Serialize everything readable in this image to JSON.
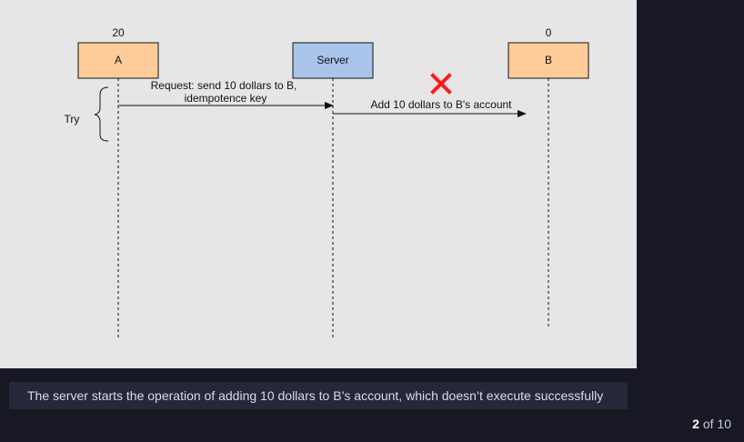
{
  "diagram": {
    "participants": [
      {
        "id": "A",
        "label": "A",
        "balance": "20",
        "fill": "#ffcc99"
      },
      {
        "id": "Server",
        "label": "Server",
        "balance": "",
        "fill": "#a9c4eb"
      },
      {
        "id": "B",
        "label": "B",
        "balance": "0",
        "fill": "#ffcc99"
      }
    ],
    "messages": [
      {
        "from": "A",
        "to": "Server",
        "label_line1": "Request: send 10 dollars to  B,",
        "label_line2": "idempotence key"
      },
      {
        "from": "Server",
        "to": "B",
        "label": "Add 10 dollars to B's account",
        "failed": true
      }
    ],
    "try_label": "Try",
    "colors": {
      "failure_mark": "#ff1a1a",
      "line": "#111111",
      "panel_bg": "#e6e6e6"
    }
  },
  "caption": {
    "text": "The server starts the operation of adding 10 dollars to B’s account, which doesn’t execute successfully"
  },
  "pager": {
    "current": "2",
    "separator": " of ",
    "total": "10"
  }
}
